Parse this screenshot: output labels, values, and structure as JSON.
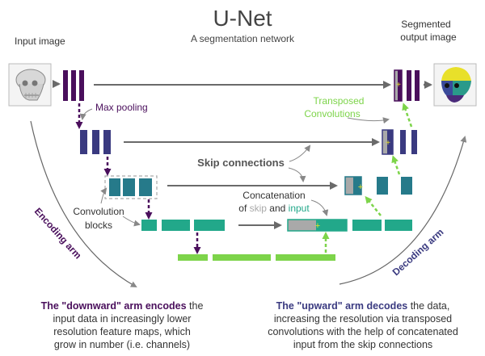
{
  "title": "U-Net",
  "subtitle": "A segmentation network",
  "labels": {
    "input_image": "Input image",
    "segmented_line1": "Segmented",
    "segmented_line2": "output image",
    "max_pooling": "Max pooling",
    "transposed_line1": "Transposed",
    "transposed_line2": "Convolutions",
    "skip_connections": "Skip connections",
    "concat_line1": "Concatenation",
    "concat_of": "of ",
    "concat_skip": "skip",
    "concat_and": " and ",
    "concat_input": "input",
    "convolution_line1": "Convolution",
    "convolution_line2": "blocks",
    "encoding_arm": "Encoding arm",
    "decoding_arm": "Decoding arm"
  },
  "descriptions": {
    "encoder": {
      "bold": "The \"downward\" arm encodes",
      "rest1": " the",
      "line2": "input data in increasingly lower",
      "line3": "resolution feature maps, which",
      "line4": "grow in number (i.e. channels)"
    },
    "decoder": {
      "bold": "The \"upward\" arm decodes",
      "rest1": " the data,",
      "line2": "increasing the resolution via transposed",
      "line3": "convolutions with the help of concatenated",
      "line4": "input from the skip connections"
    }
  },
  "colors": {
    "level1": "#4a0f5c",
    "level2": "#3a3a80",
    "level3": "#267a8a",
    "level4": "#22a88a",
    "bottleneck": "#7dd44a",
    "skip_gray": "#a9a9a9",
    "arrow_gray": "#6a6a6a",
    "green_label": "#7dd44a",
    "teal_label": "#22a88a",
    "encoding_text": "#4a0f5c",
    "decoding_text": "#3a3a80",
    "title_text": "#444444",
    "body_text": "#333333"
  },
  "icons": {
    "input": "skull-xray-icon",
    "output": "segmented-skull-icon"
  }
}
